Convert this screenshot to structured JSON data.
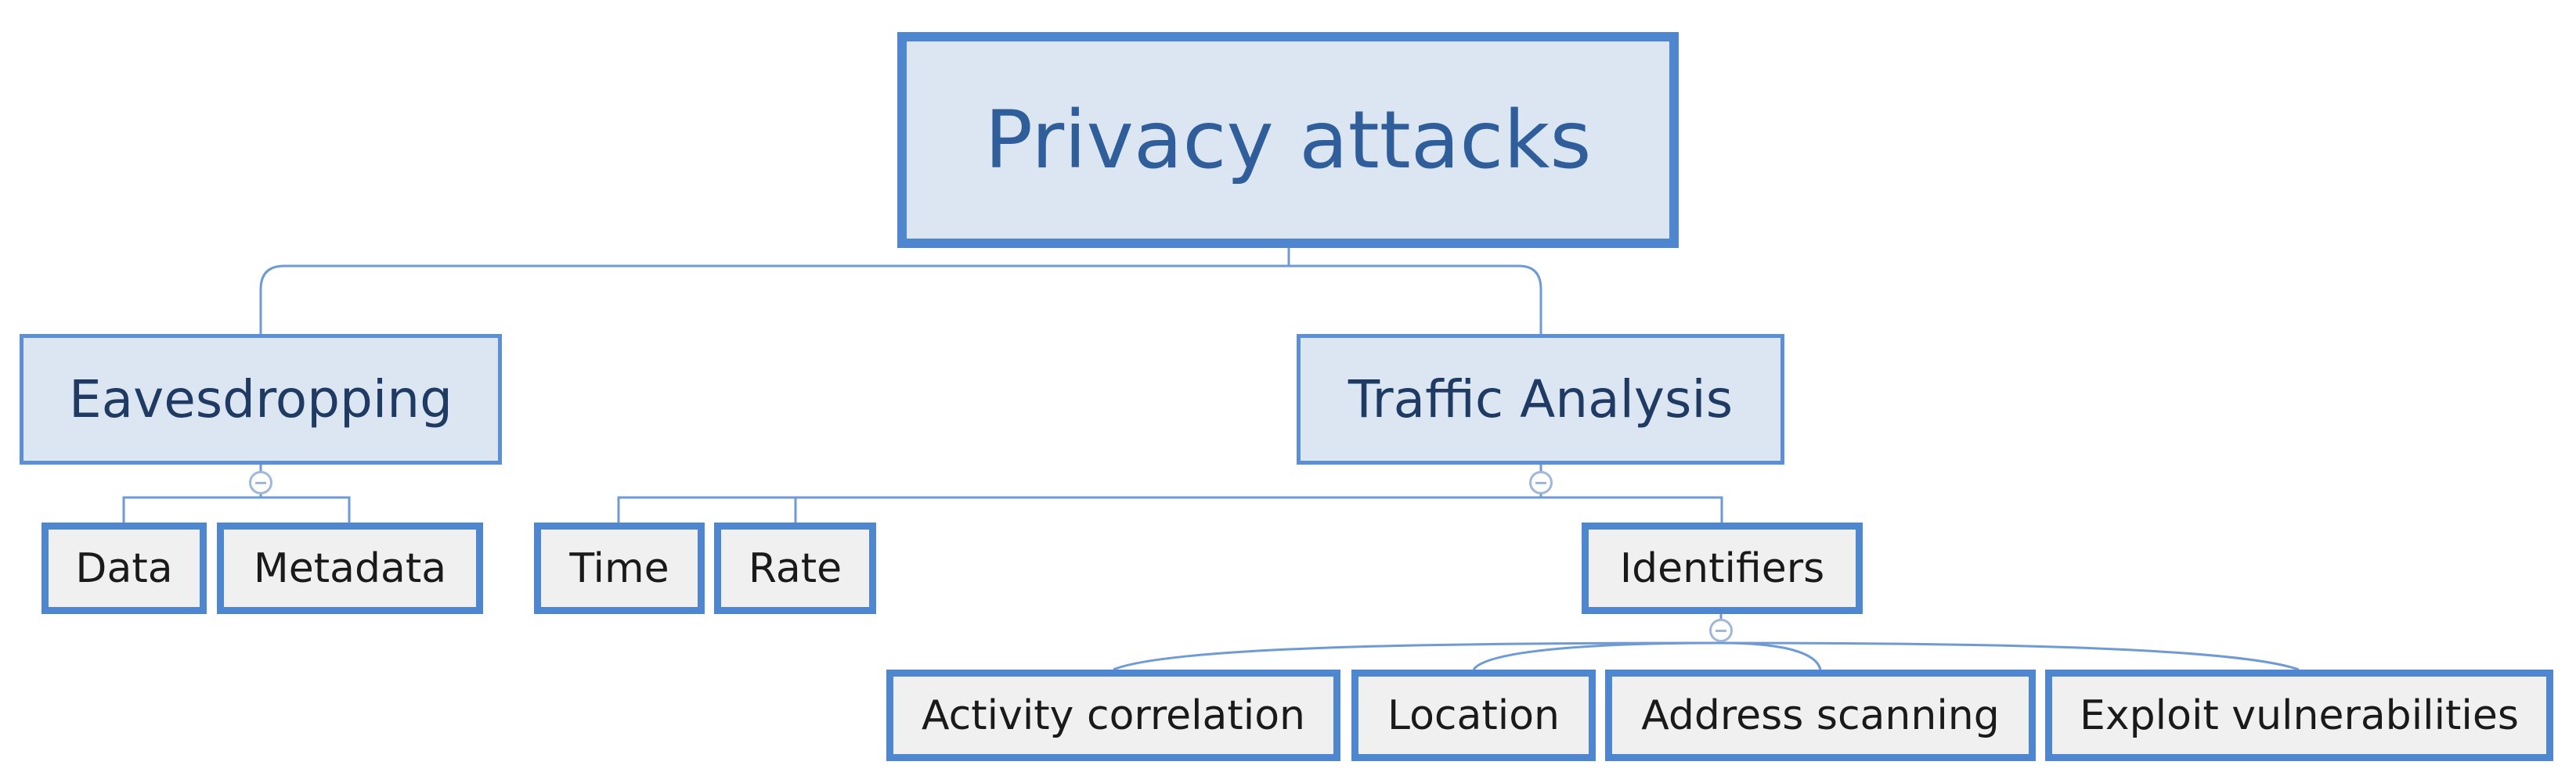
{
  "diagram": {
    "root": {
      "label": "Privacy attacks"
    },
    "branches": [
      {
        "label": "Eavesdropping",
        "children": [
          "Data",
          "Metadata"
        ]
      },
      {
        "label": "Traffic Analysis",
        "children": [
          "Time",
          "Rate",
          "Identifiers"
        ]
      }
    ],
    "identifiers_children": [
      "Activity correlation",
      "Location",
      "Address scanning",
      "Exploit vulnerabilities"
    ]
  },
  "colors": {
    "root_fill": "#dce6f2",
    "root_border": "#4f86d0",
    "root_text": "#2f5e9b",
    "leaf_fill": "#f0f0f0",
    "connector": "#6f9ad4"
  },
  "icons": {
    "collapse_toggle": "collapse-minus-icon"
  }
}
